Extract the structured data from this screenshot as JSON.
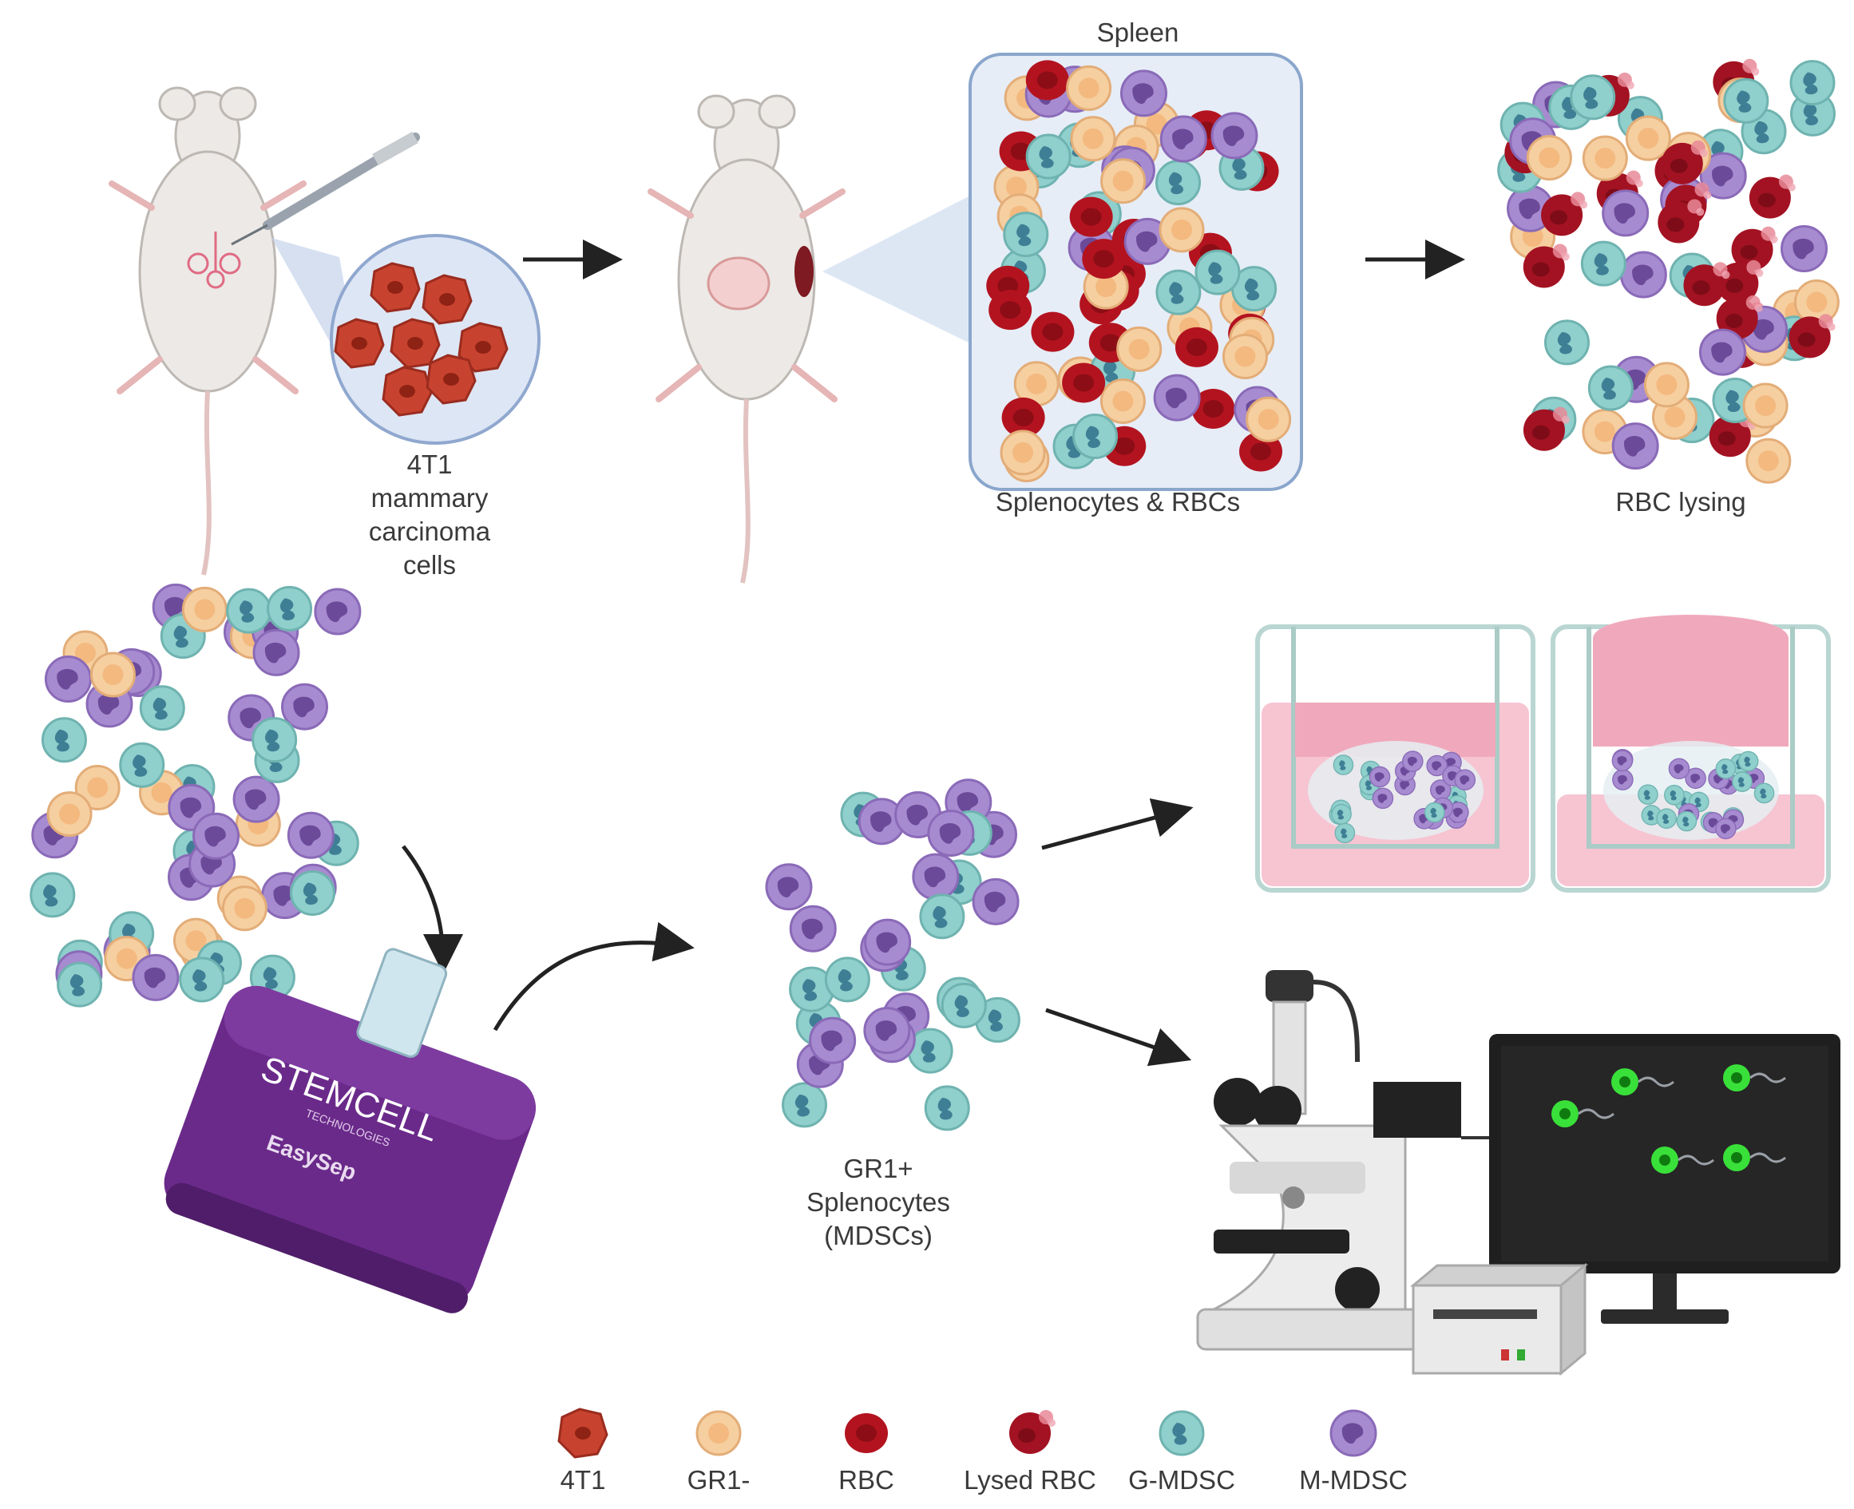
{
  "labels": {
    "spleen": "Spleen",
    "tumor_cells": [
      "4T1",
      "mammary",
      "carcinoma",
      "cells"
    ],
    "splenocytes_rbcs": "Splenocytes & RBCs",
    "rbc_lysing": "RBC lysing",
    "gr1_splenocytes": [
      "GR1+",
      "Splenocytes",
      "(MDSCs)"
    ]
  },
  "device": {
    "brand": "STEMCELL",
    "brand_sub": "TECHNOLOGIES",
    "product": "EasySep"
  },
  "legend": [
    {
      "key": "4t1",
      "label": "4T1"
    },
    {
      "key": "gr1-neg",
      "label": "GR1-"
    },
    {
      "key": "rbc",
      "label": "RBC"
    },
    {
      "key": "lysed-rbc",
      "label": "Lysed RBC"
    },
    {
      "key": "g-mdsc",
      "label": "G-MDSC"
    },
    {
      "key": "m-mdsc",
      "label": "M-MDSC"
    }
  ],
  "colors": {
    "rbc": "#b3131f",
    "tumor": "#c8432f",
    "gr1_neg": "#f6cfa0",
    "g_mdsc": "#8fcfcc",
    "m_mdsc": "#a78bd0",
    "device": "#6a2a8a",
    "fluorescent": "#39e039"
  }
}
